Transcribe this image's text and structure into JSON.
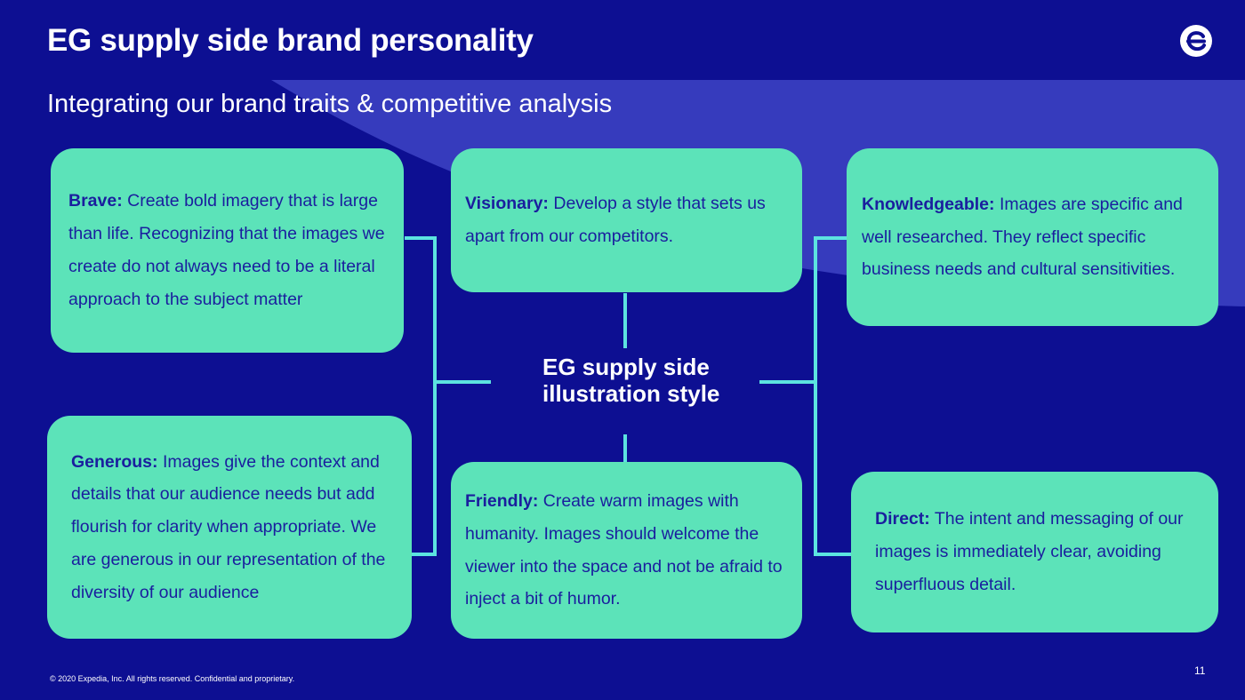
{
  "header": {
    "title": "EG supply side brand personality",
    "subtitle": "Integrating our brand traits & competitive analysis"
  },
  "logo": {
    "icon": "expedia-e-logo-icon"
  },
  "center": {
    "line1": "EG supply side",
    "line2": "illustration style"
  },
  "traits": [
    {
      "id": "brave",
      "label": "Brave:",
      "text": " Create bold imagery that is large than life. Recognizing that the images we create do not always need to be a literal approach to the subject matter"
    },
    {
      "id": "visionary",
      "label": "Visionary:",
      "text": " Develop a style that sets us apart from our competitors."
    },
    {
      "id": "knowledgeable",
      "label": "Knowledgeable:",
      "text": " Images are specific and well researched. They reflect specific business needs and cultural sensitivities."
    },
    {
      "id": "generous",
      "label": "Generous:",
      "text": " Images give the context and details that our audience needs but add flourish for clarity when appropriate. We are generous in our representation of the diversity of our audience"
    },
    {
      "id": "friendly",
      "label": "Friendly:",
      "text": "  Create warm images with humanity. Images should welcome the viewer into the space and not be afraid to inject a bit of humor."
    },
    {
      "id": "direct",
      "label": "Direct:",
      "text": "  The intent and messaging of our images is immediately clear, avoiding superfluous detail."
    }
  ],
  "footer": {
    "copyright": "© 2020 Expedia, Inc. All rights reserved. Confidential and proprietary.",
    "page_number": "11"
  },
  "colors": {
    "background": "#0d0f92",
    "accent_shape": "#3a3fc0",
    "card": "#5ce3b9",
    "connector": "#5ce3e0",
    "card_text": "#1a1e9e"
  }
}
